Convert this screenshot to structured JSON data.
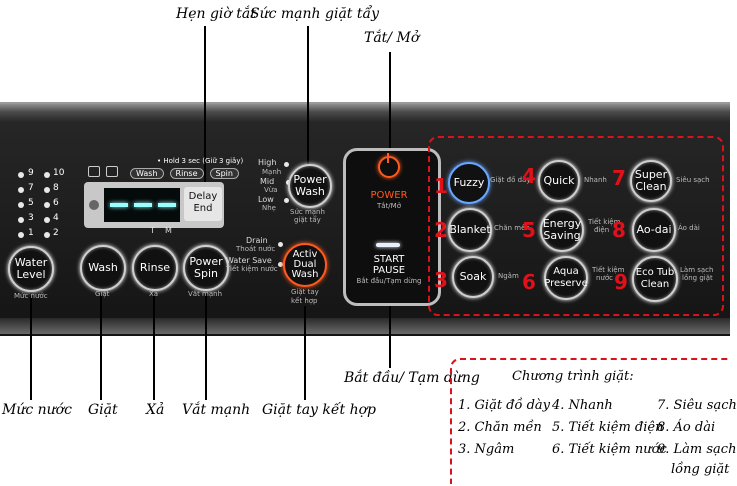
{
  "annotations": {
    "delay_timer": "Hẹn giờ tắt",
    "wash_power": "Sức mạnh giặt tẩy",
    "on_off": "Tắt/ Mở",
    "start_pause": "Bắt đầu/ Tạm dừng",
    "water_level": "Mức nước",
    "wash": "Giặt",
    "rinse": "Xả",
    "spin": "Vắt mạnh",
    "combined_hand_wash": "Giặt tay kết hợp"
  },
  "panel": {
    "water_levels": [
      "9",
      "10",
      "7",
      "8",
      "5",
      "6",
      "3",
      "4",
      "1",
      "2"
    ],
    "hold_hint": "• Hold 3 sec (Giữ 3 giây)",
    "tabs": [
      "Wash",
      "Rinse",
      "Spin"
    ],
    "time_labels": [
      "T",
      "M"
    ],
    "delay_end": {
      "line1": "Delay",
      "line2": "End",
      "sub": "Hẹn giờ tắt"
    },
    "water_level_btn": {
      "line1": "Water",
      "line2": "Level",
      "sub": "Mức nước"
    },
    "wash_btn": {
      "label": "Wash",
      "sub": "Giặt"
    },
    "rinse_btn": {
      "label": "Rinse",
      "sub": "Xả"
    },
    "spin_btn": {
      "line1": "Power",
      "line2": "Spin",
      "sub": "Vắt mạnh"
    },
    "power_wash_levels": [
      {
        "en": "High",
        "vi": "Mạnh"
      },
      {
        "en": "Mid",
        "vi": "Vừa"
      },
      {
        "en": "Low",
        "vi": "Nhẹ"
      }
    ],
    "power_wash_btn": {
      "line1": "Power",
      "line2": "Wash",
      "sub1": "Sức mạnh",
      "sub2": "giặt tẩy"
    },
    "drain": {
      "en": "Drain",
      "vi": "Thoát nước"
    },
    "water_save": {
      "en": "Water Save",
      "vi": "Tiết kiệm nước"
    },
    "activ_btn": {
      "line1": "Activ",
      "line2": "Dual",
      "line3": "Wash",
      "sub1": "Giặt tay",
      "sub2": "kết hợp"
    },
    "power_btn": {
      "label": "POWER",
      "sub": "Tắt/Mở"
    },
    "start_btn": {
      "line1": "START",
      "line2": "PAUSE",
      "sub": "Bắt đầu/Tạm dừng"
    },
    "programs": [
      {
        "num": "1",
        "line1": "Fuzzy",
        "line2": "",
        "sub1": "Giặt đồ dày",
        "sub2": ""
      },
      {
        "num": "4",
        "line1": "Quick",
        "line2": "",
        "sub1": "Nhanh",
        "sub2": ""
      },
      {
        "num": "7",
        "line1": "Super",
        "line2": "Clean",
        "sub1": "Siêu sạch",
        "sub2": ""
      },
      {
        "num": "2",
        "line1": "Blanket",
        "line2": "",
        "sub1": "Chăn mền",
        "sub2": ""
      },
      {
        "num": "5",
        "line1": "Energy",
        "line2": "Saving",
        "sub1": "Tiết kiệm",
        "sub2": "điện"
      },
      {
        "num": "8",
        "line1": "Ao-dai",
        "line2": "",
        "sub1": "Áo dài",
        "sub2": ""
      },
      {
        "num": "3",
        "line1": "Soak",
        "line2": "",
        "sub1": "Ngâm",
        "sub2": ""
      },
      {
        "num": "6",
        "line1": "Aqua",
        "line2": "Preserve",
        "sub1": "Tiết kiệm",
        "sub2": "nước"
      },
      {
        "num": "9",
        "line1": "Eco Tub",
        "line2": "Clean",
        "sub1": "Làm sạch",
        "sub2": "lồng giặt"
      }
    ]
  },
  "legend": {
    "title": "Chương trình giặt:",
    "items": [
      "1. Giặt đồ dày",
      "4. Nhanh",
      "7. Siêu sạch",
      "2. Chăn mền",
      "5. Tiết kiệm điện",
      "8. Áo dài",
      "3. Ngâm",
      "6. Tiết kiệm nước",
      "9. Làm sạch",
      "lồng giặt"
    ]
  },
  "colors": {
    "accent_red": "#d9121c",
    "power_orange": "#ff5a1e",
    "display_cyan": "#99ffff"
  }
}
